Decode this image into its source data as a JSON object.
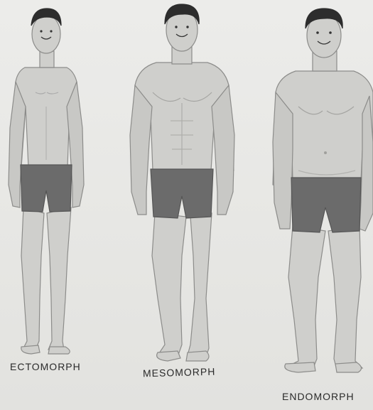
{
  "body_types": [
    {
      "label": "ECTOMORPH"
    },
    {
      "label": "MESOMORPH"
    },
    {
      "label": "ENDOMORPH"
    }
  ],
  "colors": {
    "skin": "#cfcfcc",
    "skin_shade": "#b9b9b6",
    "outline": "#8c8c8a",
    "hair": "#2d2d2d",
    "shorts": "#6b6b6b",
    "background": "#ebebe8"
  }
}
